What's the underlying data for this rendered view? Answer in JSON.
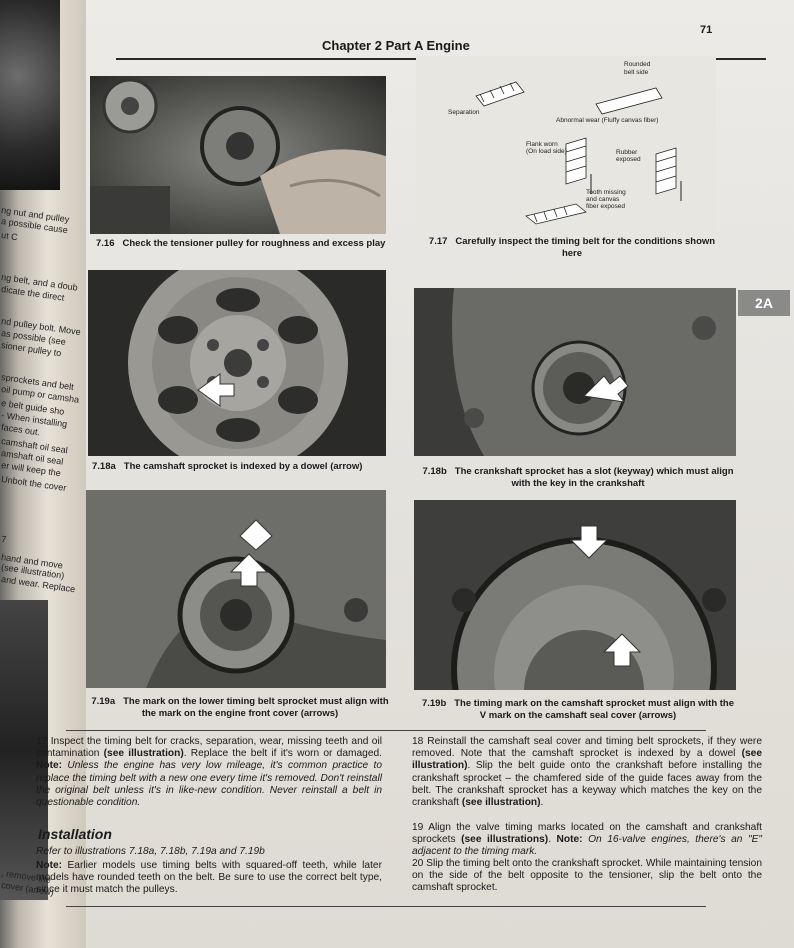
{
  "left_page": {
    "fragments": [
      "ng nut and pulley",
      "a possible cause",
      "ut         C",
      "ng belt, and a doub",
      "dicate the direct",
      "nd pulley bolt. Move",
      "as possible (see",
      "sioner pulley to",
      "sprockets and belt",
      "oil pump or camsha",
      "e belt guide sho",
      "- When installing",
      "faces out.",
      "camshaft oil seal",
      "amshaft oil seal",
      "er will keep the",
      "Unbolt the cover",
      "7",
      "hand and move",
      "(see illustration)",
      "and wear. Replace",
      ", remove the",
      "cover (arrow)"
    ]
  },
  "header": {
    "chapter": "Chapter 2  Part A   Engine",
    "page_number": "71",
    "section_tab": "2A"
  },
  "figures": [
    {
      "id": "7.16",
      "caption": "Check the tensioner pulley for roughness and excess play"
    },
    {
      "id": "7.17",
      "caption": "Carefully inspect the timing belt for the conditions shown here"
    },
    {
      "id": "7.18a",
      "caption": "The camshaft sprocket is indexed by a dowel (arrow)"
    },
    {
      "id": "7.18b",
      "caption": "The crankshaft sprocket has a slot (keyway) which must align with the key in the crankshaft"
    },
    {
      "id": "7.19a",
      "caption": "The mark on the lower timing belt sprocket must align with the mark on the engine front cover (arrows)"
    },
    {
      "id": "7.19b",
      "caption": "The timing mark on the camshaft sprocket must align with the V mark on the camshaft seal cover (arrows)"
    }
  ],
  "belt_diagram_labels": {
    "rounded": "Rounded",
    "belt_side": "belt side",
    "separation": "Separation",
    "abnormal": "Abnormal wear (Fluffy canvas fiber)",
    "flank1": "Flank worn",
    "flank2": "(On load side)",
    "rubber1": "Rubber",
    "rubber2": "exposed",
    "tooth1": "Tooth missing",
    "tooth2": "and canvas",
    "tooth3": "fiber exposed"
  },
  "text": {
    "p17_a": "17  Inspect the timing belt for cracks, separation, wear, missing teeth and oil contamination ",
    "p17_b": "(see illustration)",
    "p17_c": ". Replace the belt if it's worn or damaged. ",
    "p17_note_label": "Note:",
    "p17_note": " Unless the engine has very low mileage, it's common practice to replace the timing belt with a new one every time it's removed. Don't reinstall the original belt unless it's in like-new condition. Never reinstall a belt in questionable condition.",
    "installation_heading": "Installation",
    "refer": "Refer to illustrations 7.18a, 7.18b, 7.19a and 7.19b",
    "note_label": "Note:",
    "note_text": " Earlier models use timing belts with squared-off teeth, while later models have rounded teeth on the belt. Be sure to use the correct belt type, since it must match the pulleys.",
    "p18_a": "18  Reinstall the camshaft seal cover and timing belt sprockets, if they were removed. Note that the camshaft sprocket is indexed by a dowel ",
    "p18_b": "(see illustration)",
    "p18_c": ". Slip the belt guide onto the crankshaft before installing the crankshaft sprocket – the chamfered side of the guide faces away from the belt. The crankshaft sprocket has a keyway which matches the key on the crankshaft ",
    "p18_d": "(see illustration)",
    "p18_e": ".",
    "p19_a": "19  Align the valve timing marks located on the camshaft and crankshaft sprockets ",
    "p19_b": "(see illustrations)",
    "p19_c": ". ",
    "p19_note_label": "Note:",
    "p19_note": " On 16-valve engines, there's an \"E\" adjacent to the timing mark.",
    "p20": "20  Slip the timing belt onto the crankshaft sprocket. While maintaining tension on the side of the belt opposite to the tensioner, slip the belt onto the camshaft sprocket."
  }
}
